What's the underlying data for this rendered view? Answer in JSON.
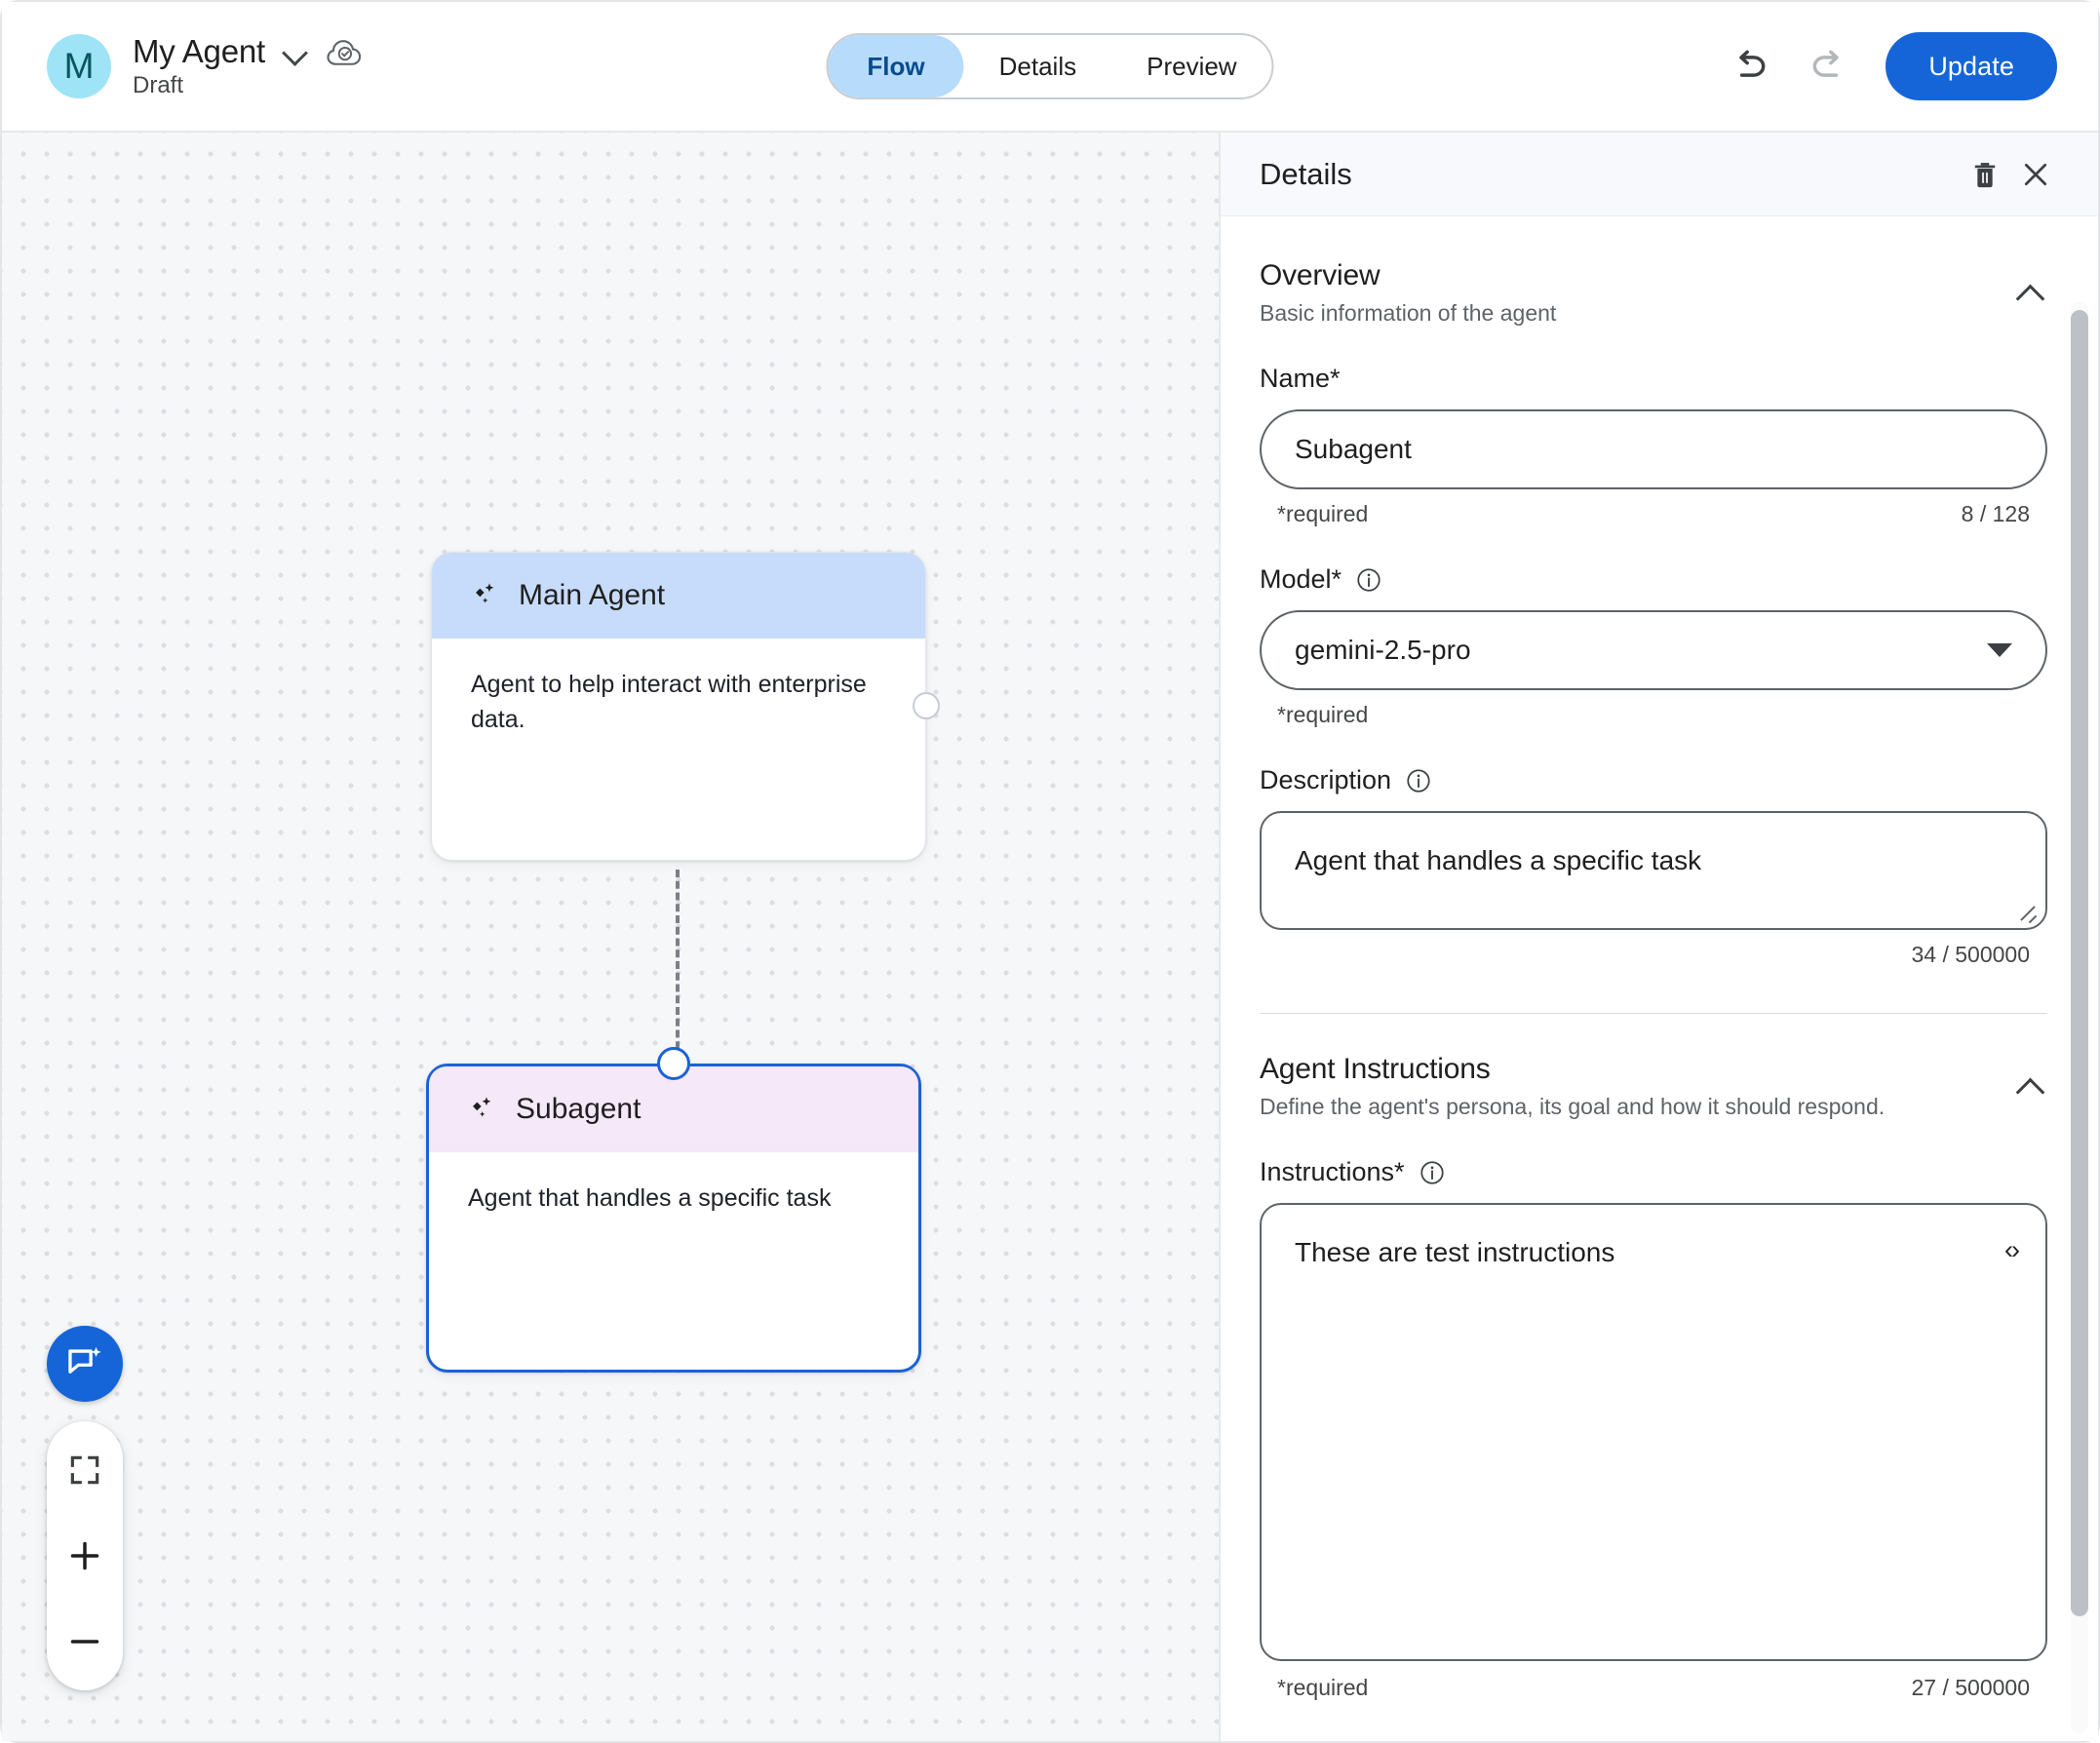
{
  "header": {
    "avatar_initial": "M",
    "agent_name": "My Agent",
    "status": "Draft",
    "dropdown_icon": "chevron-down-icon",
    "save_state_icon": "cloud-check-icon",
    "tabs": [
      {
        "label": "Flow",
        "active": true
      },
      {
        "label": "Details",
        "active": false
      },
      {
        "label": "Preview",
        "active": false
      }
    ],
    "undo_icon": "undo-icon",
    "redo_icon": "redo-icon",
    "update_label": "Update"
  },
  "canvas": {
    "nodes": [
      {
        "title": "Main Agent",
        "description": "Agent to help interact with enterprise data.",
        "icon": "sparkle-icon",
        "selected": false
      },
      {
        "title": "Subagent",
        "description": "Agent that handles a specific task",
        "icon": "sparkle-icon",
        "selected": true
      }
    ],
    "fab_icon": "chat-sparkle-icon",
    "zoom_controls": {
      "fit_icon": "fit-to-screen-icon",
      "zoom_in_label": "+",
      "zoom_out_label": "−"
    }
  },
  "panel": {
    "title": "Details",
    "delete_icon": "trash-icon",
    "close_icon": "close-icon",
    "overview": {
      "title": "Overview",
      "subtitle": "Basic information of the agent",
      "collapse_icon": "chevron-up-icon",
      "name": {
        "label": "Name*",
        "value": "Subagent",
        "required_hint": "*required",
        "counter": "8 / 128"
      },
      "model": {
        "label": "Model*",
        "info_icon": "info-icon",
        "value": "gemini-2.5-pro",
        "dropdown_icon": "caret-down-icon",
        "required_hint": "*required"
      },
      "description": {
        "label": "Description",
        "info_icon": "info-icon",
        "value": "Agent that handles a specific task",
        "counter": "34 / 500000"
      }
    },
    "instructions_section": {
      "title": "Agent Instructions",
      "subtitle": "Define the agent's persona, its goal and how it should respond.",
      "collapse_icon": "chevron-up-icon",
      "instructions": {
        "label": "Instructions*",
        "info_icon": "info-icon",
        "value": "These are test instructions",
        "code_toggle": "‹›",
        "required_hint": "*required",
        "counter": "27 / 500000"
      }
    }
  }
}
